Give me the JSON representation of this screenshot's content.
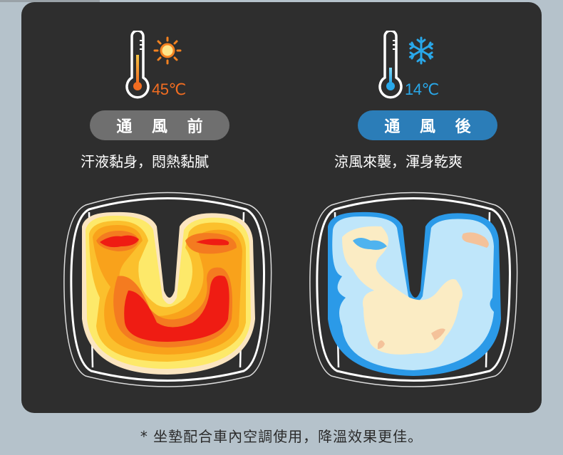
{
  "before": {
    "temperature": "45℃",
    "temperature_color": "#f26d21",
    "weather_icon": "sun-icon",
    "label": "通 風 前",
    "label_bg": "#6f6f6f",
    "caption": "汗液黏身，悶熱黏膩",
    "heatmap_palette": [
      "#fbe5c0",
      "#fde96a",
      "#fbc02d",
      "#f9a21b",
      "#f47b20",
      "#ef1c13"
    ]
  },
  "after": {
    "temperature": "14℃",
    "temperature_color": "#29a8ea",
    "weather_icon": "snowflake-icon",
    "label": "通 風 後",
    "label_bg": "#2b7db8",
    "caption": "涼風來襲，渾身乾爽",
    "heatmap_palette": [
      "#2b9ae8",
      "#bfe6fa",
      "#fbecc4",
      "#f4c29a",
      "#4fb3ef"
    ]
  },
  "footnote": "* 坐墊配合車內空調使用，降溫效果更佳。",
  "colors": {
    "page_bg": "#b5c2cb",
    "panel_bg": "#2e2e2e"
  }
}
